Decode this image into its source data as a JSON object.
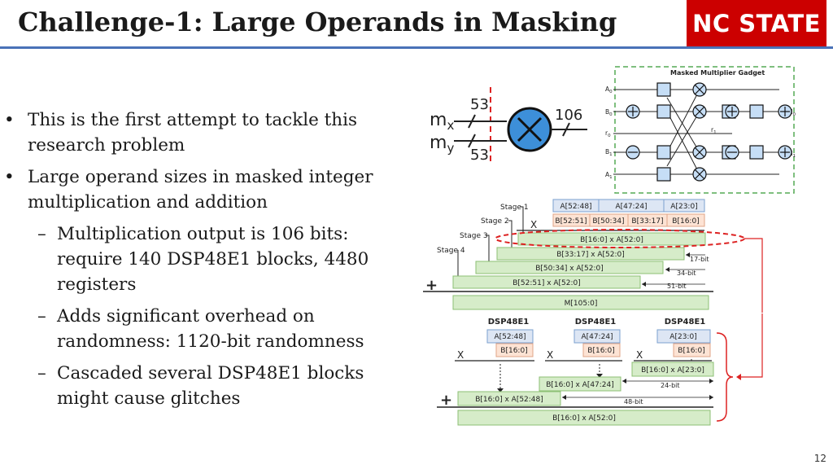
{
  "title": "Challenge-1: Large Operands in Masking",
  "logo": "NC STATE",
  "page_number": "12",
  "bullets": [
    {
      "text": "This is the first attempt to tackle this research problem",
      "level": 1
    },
    {
      "text": "Large operand sizes in masked integer multiplication and addition",
      "level": 1
    },
    {
      "text": "Multiplication output is 106 bits: require 140 DSP48E1 blocks, 4480 registers",
      "level": 2
    },
    {
      "text": "Adds significant overhead on randomness: 1120-bit randomness",
      "level": 2
    },
    {
      "text": "Cascaded several DSP48E1 blocks might cause glitches",
      "level": 2
    }
  ],
  "multiplier": {
    "in_x": "m",
    "sub_x": "x",
    "in_y": "m",
    "sub_y": "y",
    "width_x": "53",
    "width_y": "53",
    "width_out": "106"
  },
  "gadget": {
    "title": "Masked Multiplier Gadget",
    "inputs": [
      "A",
      "B",
      "r",
      "B",
      "A"
    ],
    "input_subs": [
      "0",
      "0",
      "0",
      "1",
      "1"
    ],
    "r1": "r",
    "r1_sub": "1",
    "outputs": [
      "M",
      "M"
    ],
    "output_subs": [
      "0",
      "1"
    ]
  },
  "stages": {
    "labels": [
      "Stage 1",
      "Stage 2",
      "Stage 3",
      "Stage 4"
    ],
    "a_blocks": [
      "A[52:48]",
      "A[47:24]",
      "A[23:0]"
    ],
    "b_blocks": [
      "B[52:51]",
      "B[50:34]",
      "B[33:17]",
      "B[16:0]"
    ],
    "x_sign": "X",
    "plus_sign": "+",
    "partials": [
      "B[16:0] x A[52:0]",
      "B[33:17] x A[52:0]",
      "B[50:34] x A[52:0]",
      "B[52:51] x A[52:0]"
    ],
    "shifts": [
      "17-bit",
      "34-bit",
      "51-bit"
    ],
    "result": "M[105:0]"
  },
  "dsp": {
    "block_label": "DSP48E1",
    "a_inputs": [
      "A[52:48]",
      "A[47:24]",
      "A[23:0]"
    ],
    "b_input": "B[16:0]",
    "x_sign": "X",
    "plus_sign": "+",
    "products": [
      "B[16:0] x A[23:0]",
      "B[16:0] x A[47:24]",
      "B[16:0] x A[52:48]"
    ],
    "shifts": [
      "24-bit",
      "48-bit"
    ],
    "result": "B[16:0] x A[52:0]"
  }
}
